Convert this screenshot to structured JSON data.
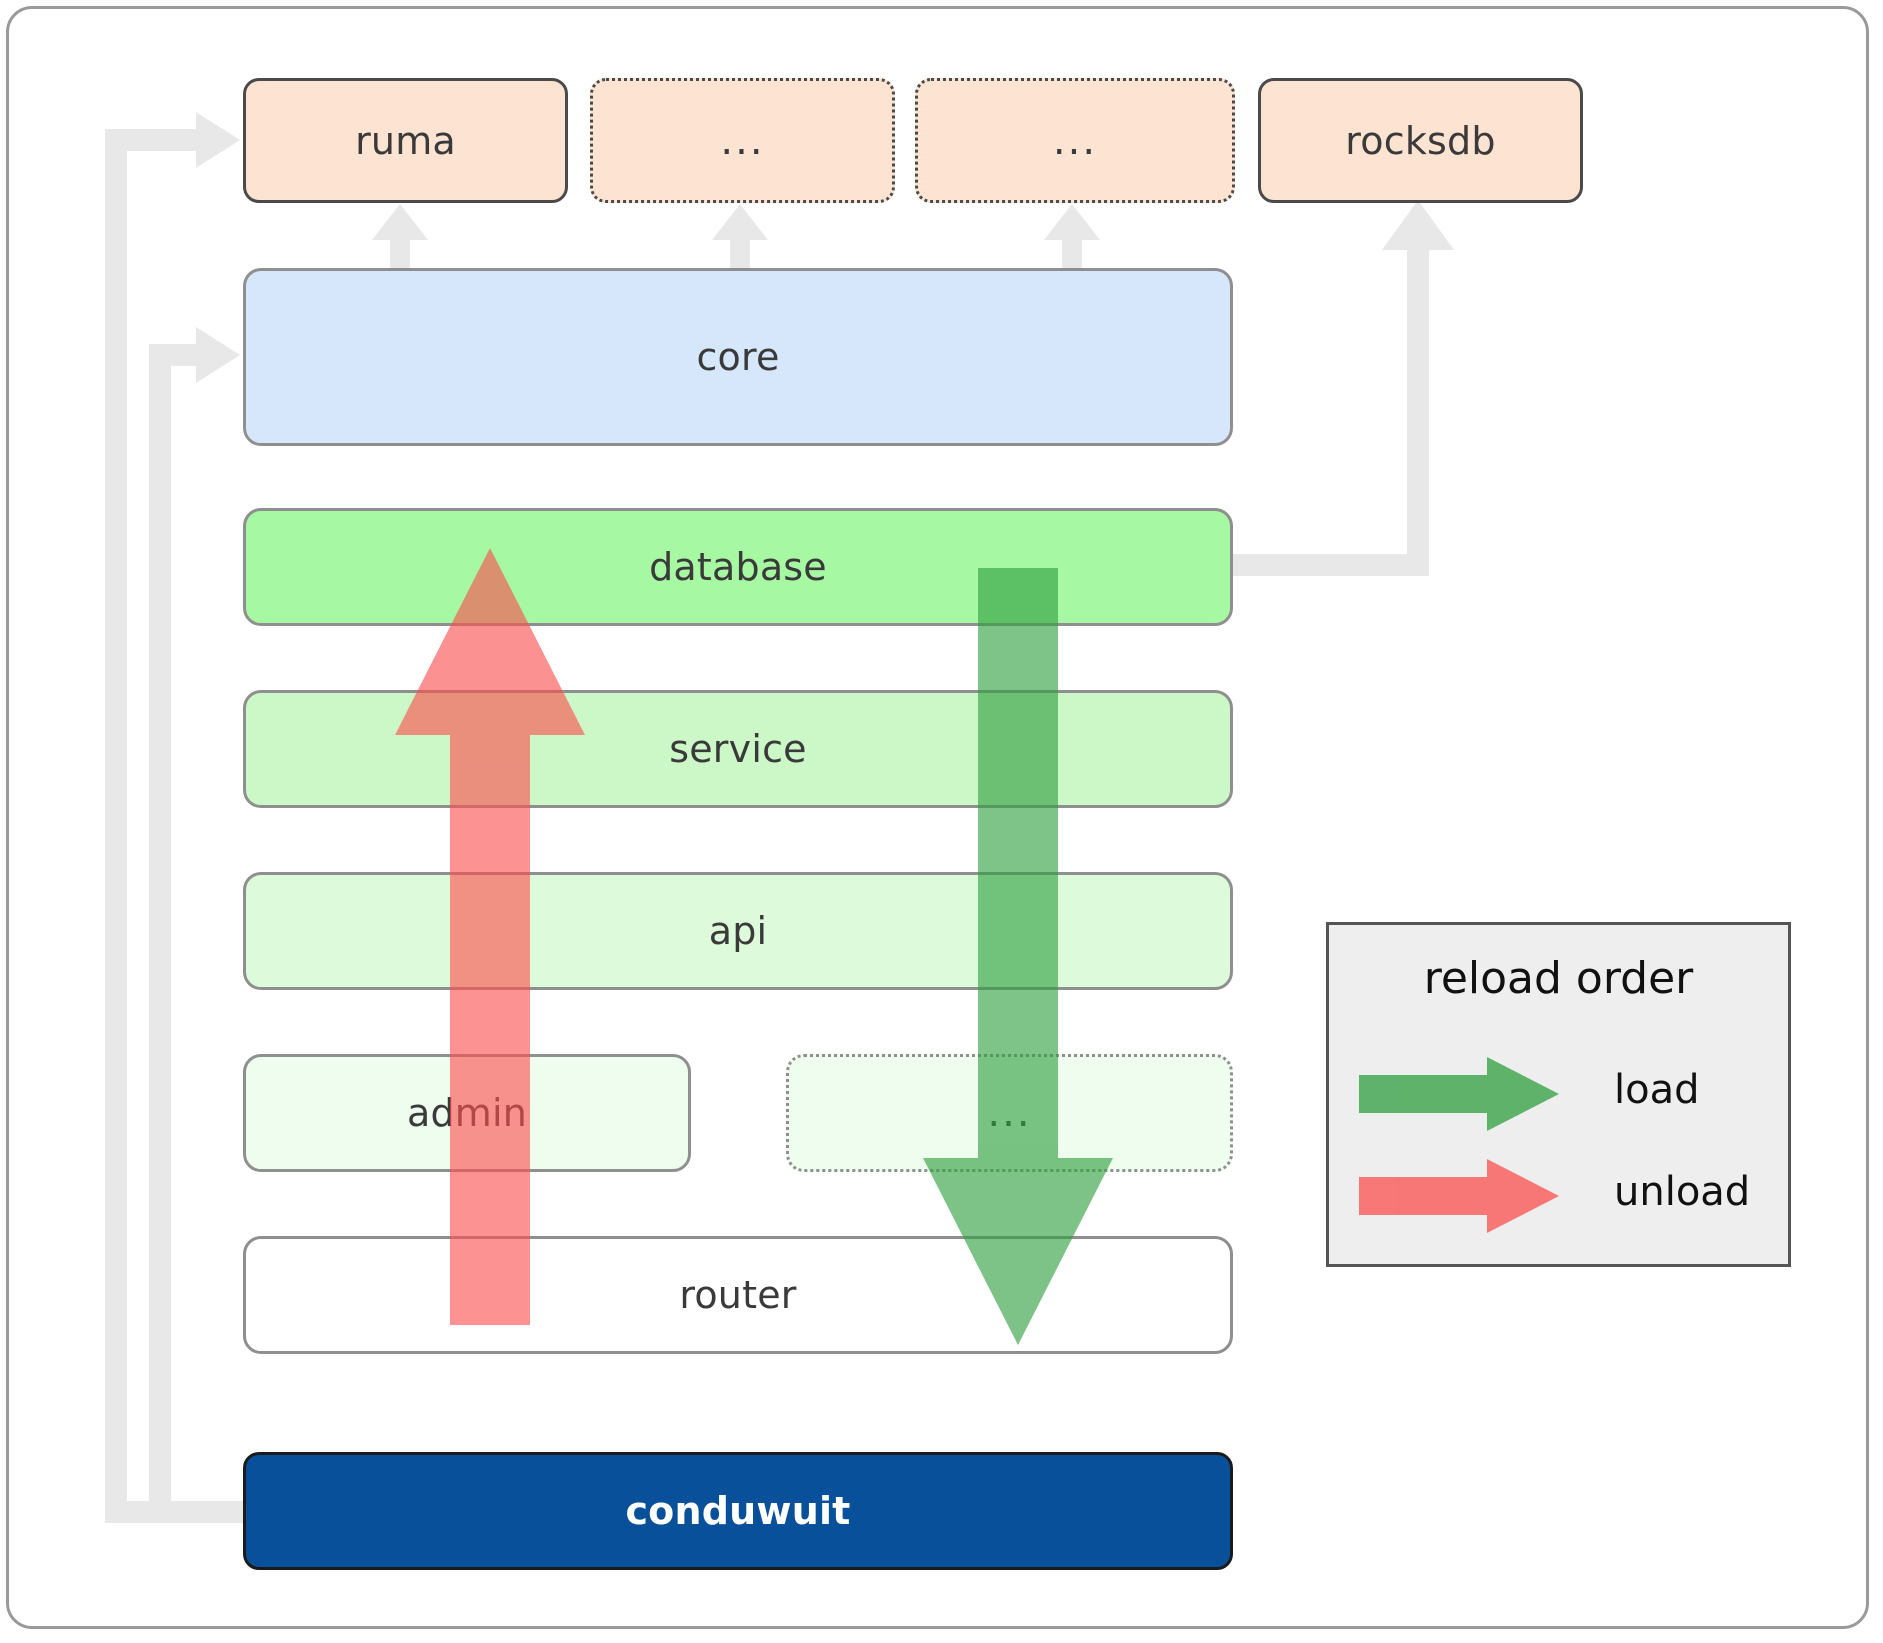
{
  "diagram": {
    "title": "conduwuit crate / reload order architecture",
    "colors": {
      "dependency_fill": "#fde3d2",
      "dependency_stroke": "#4a4a4a",
      "core_fill": "#d6e6fb",
      "database_fill": "#a6f8a2",
      "service_fill": "#ccf8c8",
      "api_fill": "#ddfbda",
      "admin_fill": "#effdee",
      "router_fill": "#ffffff",
      "root_fill": "#08509a",
      "layer_stroke": "#8f8f8f",
      "connector_gray": "#e8e8e8",
      "load_green": "#4fa64f",
      "unload_red": "#fa8080",
      "legend_bg": "#eeeeee",
      "frame_stroke": "#9a9a9a"
    },
    "dependencies": [
      {
        "id": "ruma",
        "label": "ruma",
        "style": "solid"
      },
      {
        "id": "dep-2",
        "label": "...",
        "style": "dotted"
      },
      {
        "id": "dep-3",
        "label": "...",
        "style": "dotted"
      },
      {
        "id": "rocksdb",
        "label": "rocksdb",
        "style": "solid"
      }
    ],
    "layers": [
      {
        "id": "core",
        "label": "core",
        "style": "solid"
      },
      {
        "id": "database",
        "label": "database",
        "style": "solid"
      },
      {
        "id": "service",
        "label": "service",
        "style": "solid"
      },
      {
        "id": "api",
        "label": "api",
        "style": "solid"
      },
      {
        "id": "admin",
        "label": "admin",
        "style": "solid"
      },
      {
        "id": "layer-x",
        "label": "...",
        "style": "dotted"
      },
      {
        "id": "router",
        "label": "router",
        "style": "solid"
      }
    ],
    "root": {
      "id": "conduwuit",
      "label": "conduwuit"
    },
    "legend": {
      "title": "reload order",
      "items": [
        {
          "id": "load",
          "label": "load",
          "color": "#4fa64f"
        },
        {
          "id": "unload",
          "label": "unload",
          "color": "#fa8080"
        }
      ]
    },
    "flow_arrows": [
      {
        "id": "unload-arrow",
        "direction": "up",
        "color": "#fa8080",
        "from": "router",
        "to": "database"
      },
      {
        "id": "load-arrow",
        "direction": "down",
        "color": "#4fa64f",
        "from": "database",
        "to": "router"
      }
    ]
  }
}
